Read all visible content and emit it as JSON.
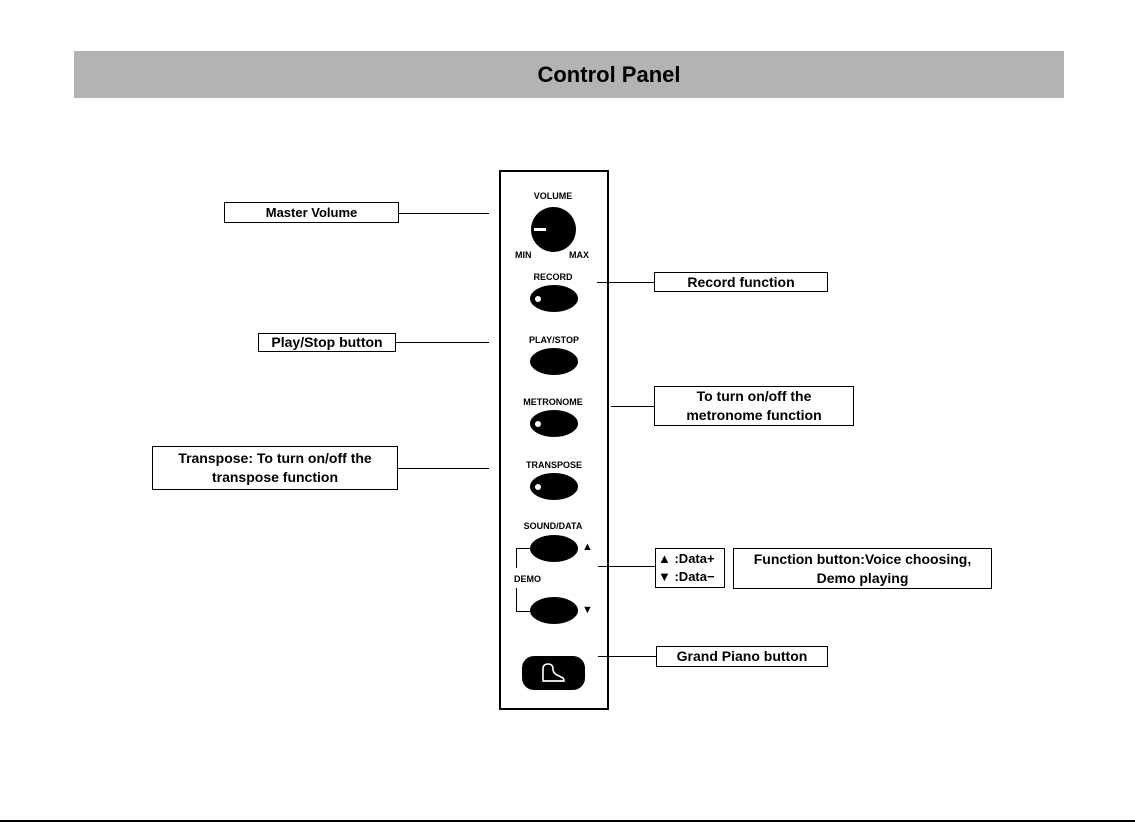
{
  "header": {
    "title": "Control Panel"
  },
  "panel": {
    "volume_label": "VOLUME",
    "min_label": "MIN",
    "max_label": "MAX",
    "record_label": "RECORD",
    "play_stop_label": "PLAY/STOP",
    "metronome_label": "METRONOME",
    "transpose_label": "TRANSPOSE",
    "sound_data_label": "SOUND/DATA",
    "demo_label": "DEMO",
    "up_arrow": "▲",
    "down_arrow": "▼"
  },
  "callouts": {
    "master_volume": "Master Volume",
    "play_stop": "Play/Stop button",
    "transpose_line1": "Transpose: To turn on/off the",
    "transpose_line2": "transpose function",
    "record": "Record function",
    "metronome_line1": "To turn on/off the",
    "metronome_line2": "metronome function",
    "data_plus": "▲ :Data+",
    "data_minus": "▼ :Data−",
    "function_line1": "Function button:Voice choosing,",
    "function_line2": "Demo playing",
    "grand_piano": "Grand Piano button"
  }
}
